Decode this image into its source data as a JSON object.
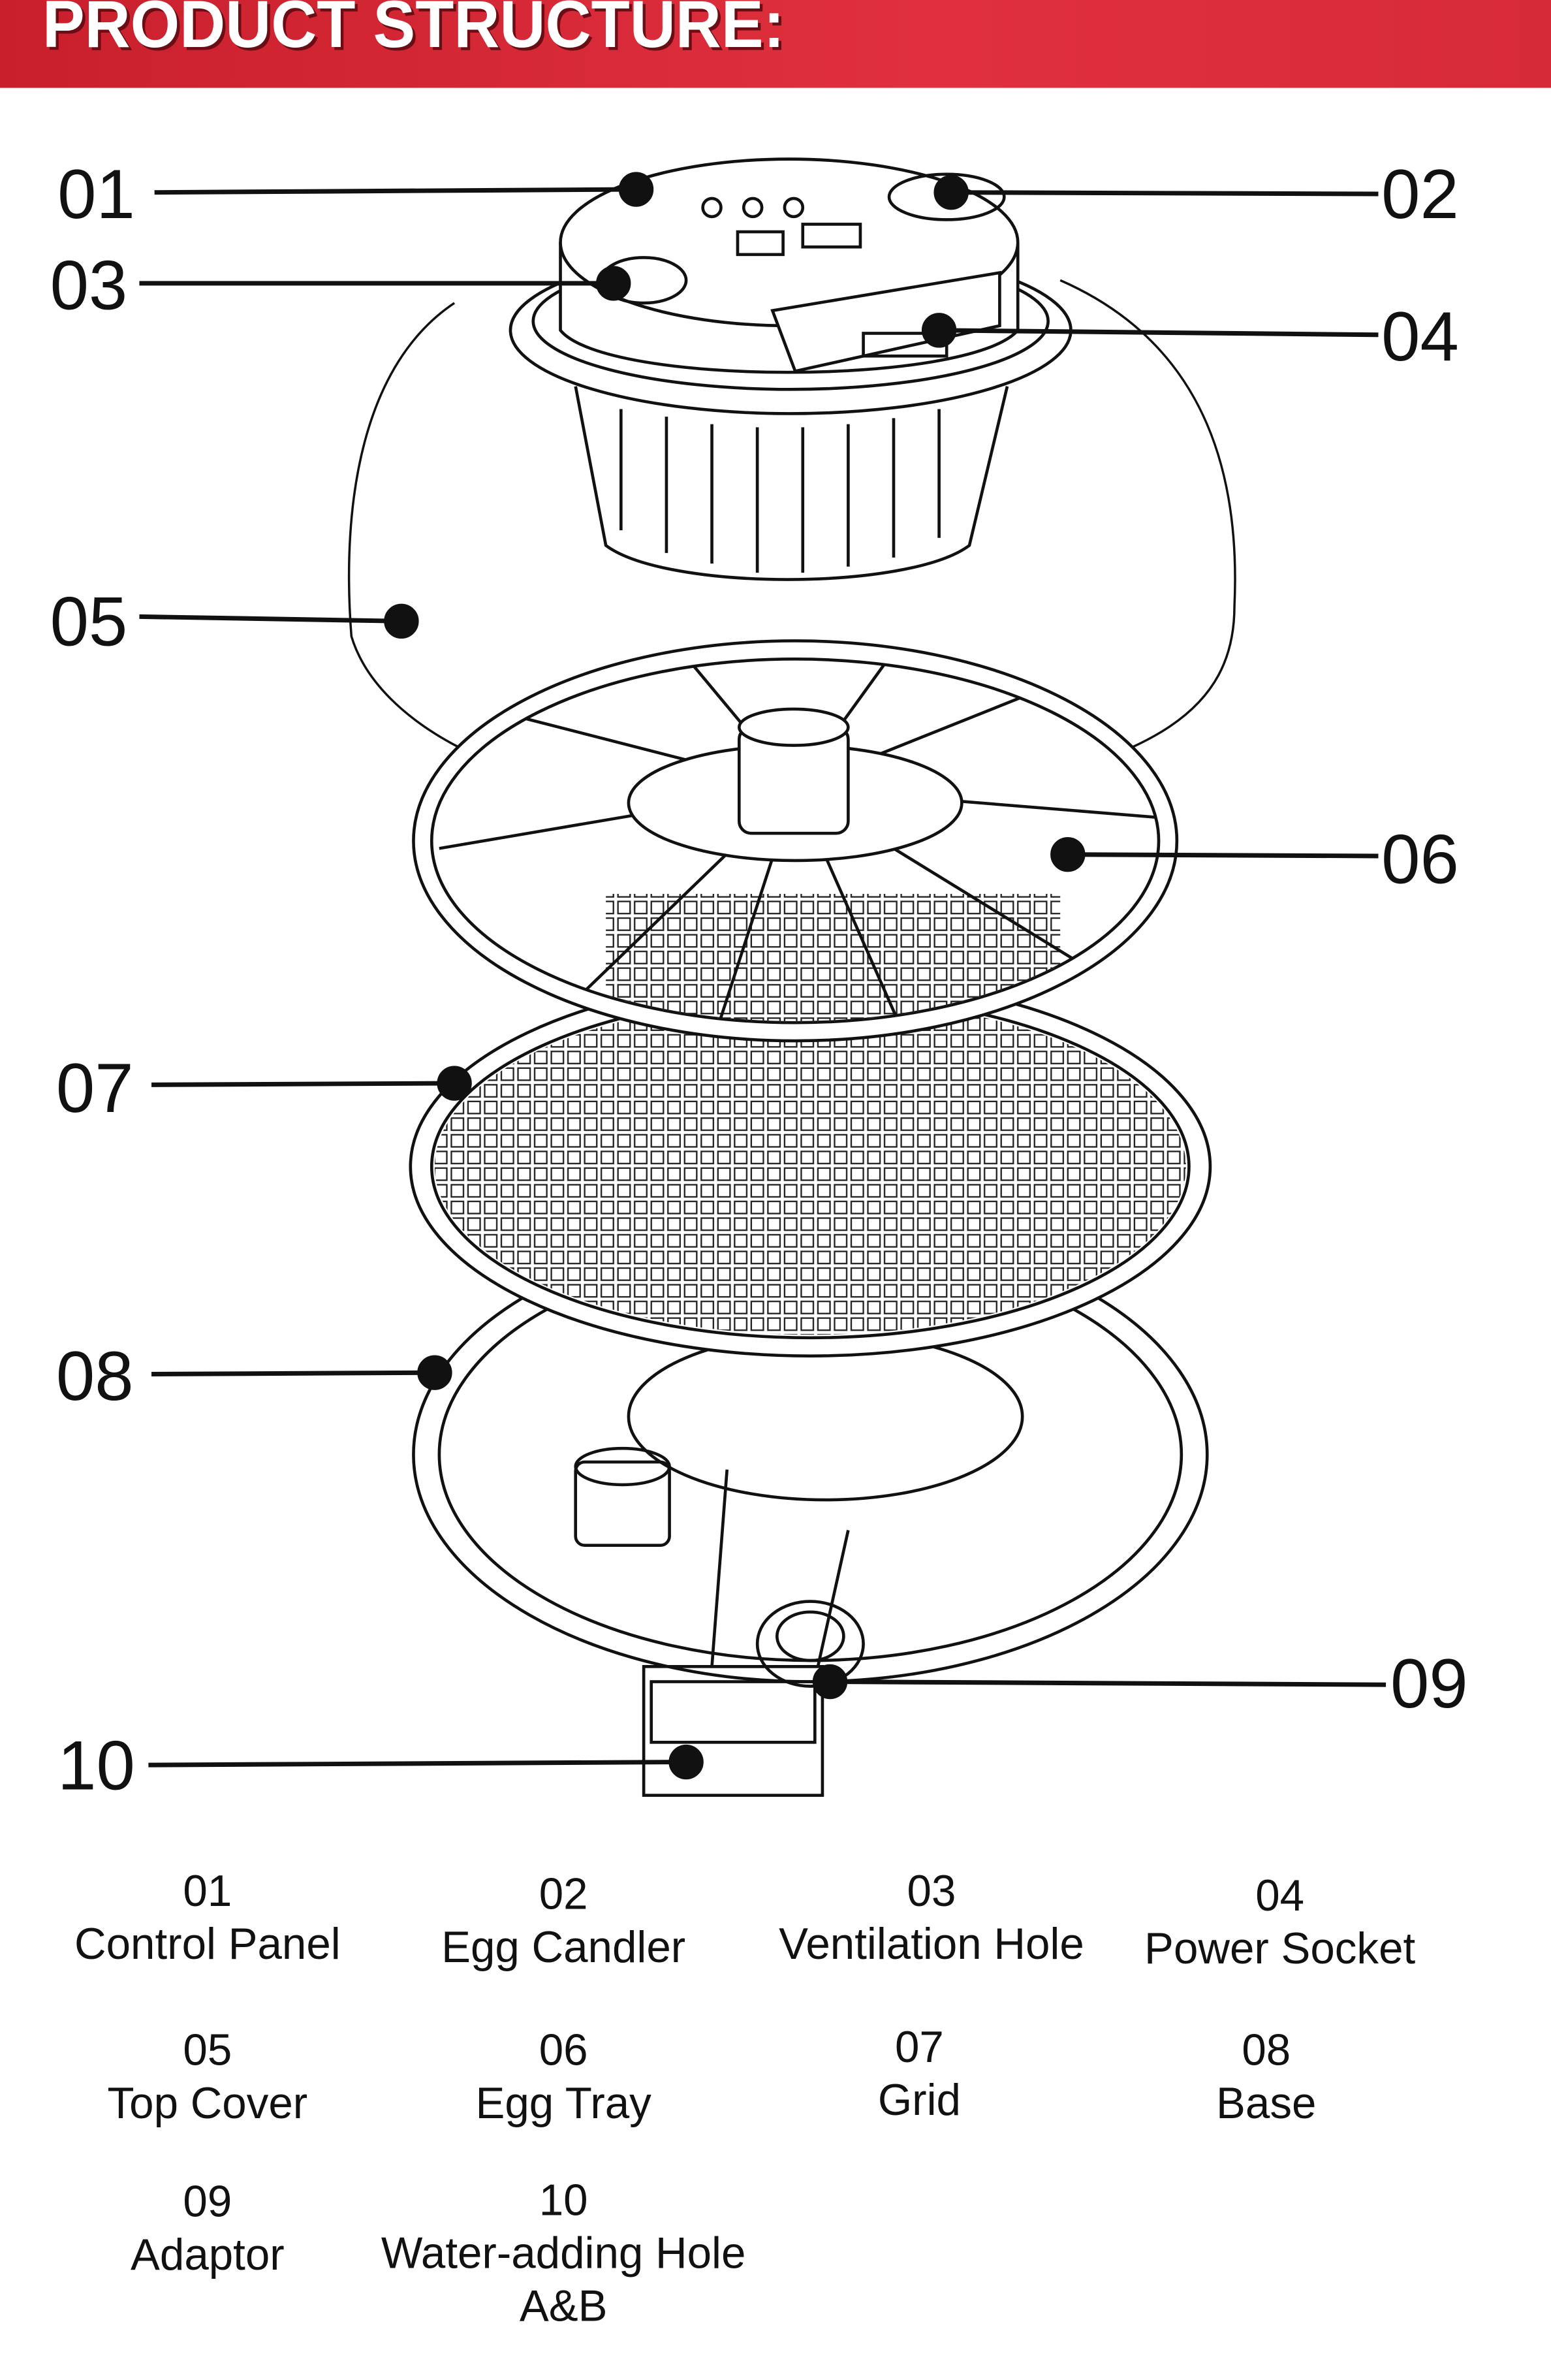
{
  "header": {
    "title": "PRODUCT STRUCTURE:"
  },
  "callouts": [
    "01",
    "02",
    "03",
    "04",
    "05",
    "06",
    "07",
    "08",
    "09",
    "10"
  ],
  "legend": [
    {
      "number": "01",
      "label": "Control Panel"
    },
    {
      "number": "02",
      "label": "Egg Candler"
    },
    {
      "number": "03",
      "label": "Ventilation Hole"
    },
    {
      "number": "04",
      "label": "Power Socket"
    },
    {
      "number": "05",
      "label": "Top Cover"
    },
    {
      "number": "06",
      "label": "Egg Tray"
    },
    {
      "number": "07",
      "label": "Grid"
    },
    {
      "number": "08",
      "label": "Base"
    },
    {
      "number": "09",
      "label": "Adaptor"
    },
    {
      "number": "10",
      "label": "Water-adding Hole A&B"
    }
  ],
  "colors": {
    "banner": "#d72a37",
    "line": "#111111"
  }
}
